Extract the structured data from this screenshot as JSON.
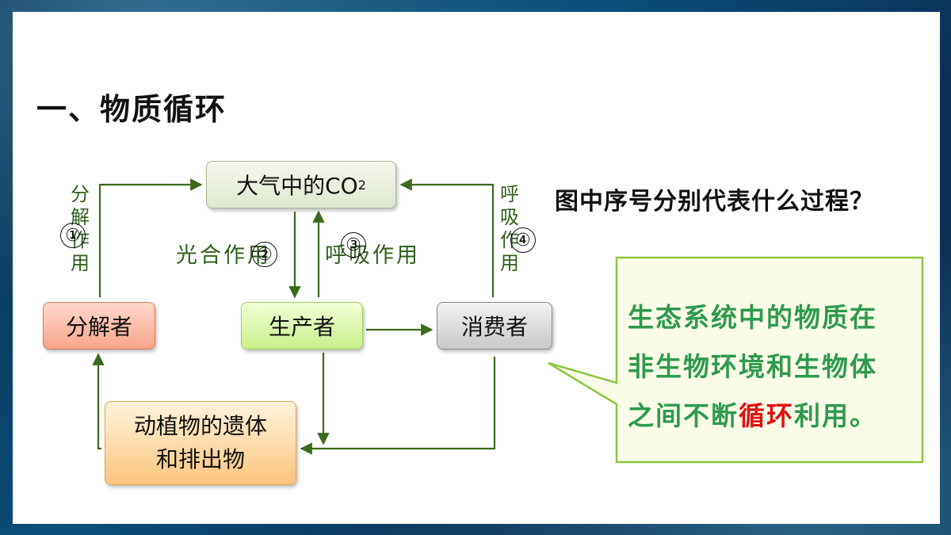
{
  "title": "一、物质循环",
  "nodes": {
    "co2_main": "大气中的CO",
    "co2_sub": "2",
    "decomposer": "分解者",
    "producer": "生产者",
    "consumer": "消费者",
    "remains_line1": "动植物的遗体",
    "remains_line2": "和排出物"
  },
  "labels": {
    "decomposition": [
      "分",
      "解",
      "作",
      "用"
    ],
    "respiration_right": [
      "呼",
      "吸",
      "作",
      "用"
    ],
    "photosynthesis": "光合作用",
    "respiration_mid": "呼吸作用"
  },
  "numbers": [
    "①",
    "②",
    "③",
    "④"
  ],
  "question": "图中序号分别代表什么过程？",
  "callout": {
    "line1": "生态系统中的物质在",
    "line2": "非生物环境和生物体",
    "line3_pre": "之间不断",
    "line3_hl": "循环",
    "line3_post": "利用。"
  },
  "colors": {
    "arrow": "#3c6a1e",
    "callout_border": "#8dc63f",
    "callout_bg": "#fbfde9",
    "callout_text": "#2e9a4e",
    "highlight": "#e01010"
  }
}
